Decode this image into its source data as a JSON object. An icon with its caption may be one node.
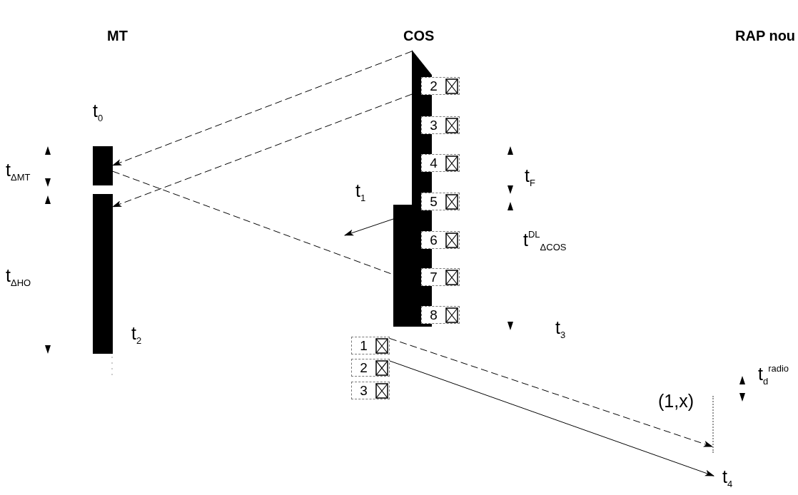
{
  "diagram": {
    "nodes": [
      {
        "text": [],
        "shape": "bar"
      },
      {
        "text": [],
        "shape": "bar"
      },
      {
        "text": [],
        "shape": "bar"
      },
      {
        "text": [],
        "shape": "bar"
      },
      {
        "text": [
          "2"
        ]
      },
      {
        "text": [
          "3"
        ]
      },
      {
        "text": [
          "4"
        ]
      },
      {
        "text": [
          "5"
        ]
      },
      {
        "text": [
          "6"
        ]
      },
      {
        "text": [
          "7"
        ]
      },
      {
        "text": [
          "8"
        ]
      },
      {
        "text": [
          "1"
        ]
      },
      {
        "text": [
          "2"
        ]
      },
      {
        "text": [
          "3"
        ]
      },
      {
        "text": [
          "t$_{4}$"
        ]
      },
      {
        "text": [],
        "shape": "line"
      }
    ],
    "edges": [
      {
        "from": 2,
        "to": 0,
        "arrow": "to",
        "style": "dashed"
      },
      {
        "from": 2,
        "to": 1,
        "arrow": "to",
        "style": "dashed"
      },
      {
        "from": 0,
        "to": 3,
        "arrow": "none",
        "style": "dashed"
      },
      {
        "from": 3,
        "to": null,
        "arrow": "to"
      },
      {
        "from": 11,
        "to": 15,
        "arrow": "to",
        "style": "dashed"
      },
      {
        "from": 12,
        "to": 14,
        "arrow": "to"
      }
    ],
    "labels": [
      "MT",
      "COS",
      "RAP nou",
      "t$_{0}$",
      "t$_{ΔMT}$",
      "t$_{F}$",
      "t$_{1}$",
      "t$^{DL}$$_{ΔCOS}$",
      "t$_{ΔHO}$",
      "t$_{2}$",
      "t$_{3}$",
      "t$_{d}$$^{radio}$",
      "(1,x)"
    ]
  }
}
